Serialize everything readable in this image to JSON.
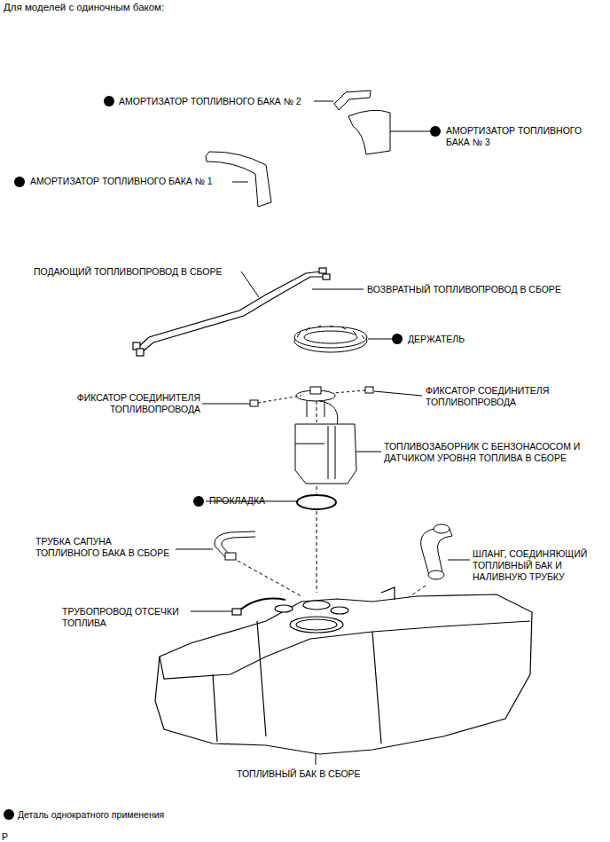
{
  "diagram": {
    "title": "Для моделей с одиночным баком:",
    "labels": [
      "АМОРТИЗАТОР ТОПЛИВНОГО БАКА № 2",
      "АМОРТИЗАТОР ТОПЛИВНОГО БАКА № 3",
      "АМОРТИЗАТОР ТОПЛИВНОГО БАКА № 1",
      "ПОДАЮЩИЙ ТОПЛИВОПРОВОД В СБОРЕ",
      "ВОЗВРАТНЫЙ ТОПЛИВОПРОВОД В СБОРЕ",
      "ДЕРЖАТЕЛЬ",
      "ФИКСАТОР СОЕДИНИТЕЛЯ ТОПЛИВОПРОВОДА",
      "ФИКСАТОР СОЕДИНИТЕЛЯ ТОПЛИВОПРОВОДА",
      "ТОПЛИВОЗАБОРНИК С БЕНЗОНАСОСОМ И ДАТЧИКОМ УРОВНЯ ТОПЛИВА В СБОРЕ",
      "ПРОКЛАДКА",
      "ТРУБКА САПУНА ТОПЛИВНОГО БАКА В СБОРЕ",
      "ШЛАНГ, СОЕДИНЯЮЩИЙ ТОПЛИВНЫЙ БАК И НАЛИВНУЮ ТРУБКУ",
      "ТРУБОПРОВОД ОТСЕЧКИ ТОПЛИВА",
      "ТОПЛИВНЫЙ БАК В СБОРЕ",
      "P"
    ],
    "legend": [
      {
        "text": "Деталь однократного применения"
      }
    ]
  }
}
